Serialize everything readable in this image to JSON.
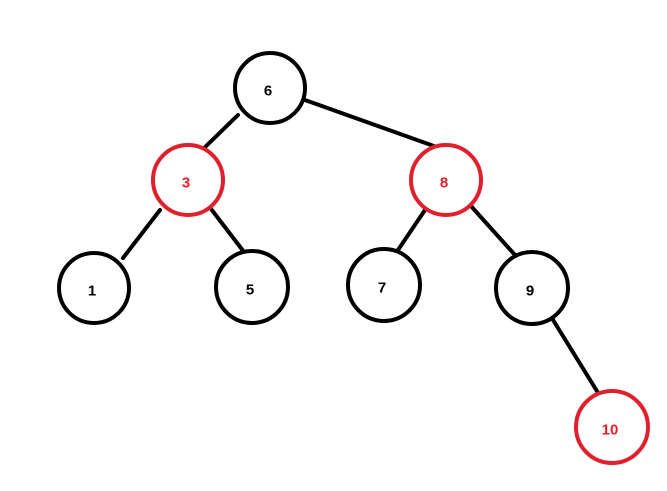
{
  "colors": {
    "black": "#000000",
    "red": "#e0202c"
  },
  "tree": {
    "nodes": [
      {
        "id": "n6",
        "label": "6",
        "color": "black"
      },
      {
        "id": "n3",
        "label": "3",
        "color": "red"
      },
      {
        "id": "n8",
        "label": "8",
        "color": "red"
      },
      {
        "id": "n1",
        "label": "1",
        "color": "black"
      },
      {
        "id": "n5",
        "label": "5",
        "color": "black"
      },
      {
        "id": "n7",
        "label": "7",
        "color": "black"
      },
      {
        "id": "n9",
        "label": "9",
        "color": "black"
      },
      {
        "id": "n10",
        "label": "10",
        "color": "red"
      }
    ],
    "edges": [
      {
        "from": "n6",
        "to": "n3"
      },
      {
        "from": "n6",
        "to": "n8"
      },
      {
        "from": "n3",
        "to": "n1"
      },
      {
        "from": "n3",
        "to": "n5"
      },
      {
        "from": "n8",
        "to": "n7"
      },
      {
        "from": "n8",
        "to": "n9"
      },
      {
        "from": "n9",
        "to": "n10"
      }
    ]
  }
}
